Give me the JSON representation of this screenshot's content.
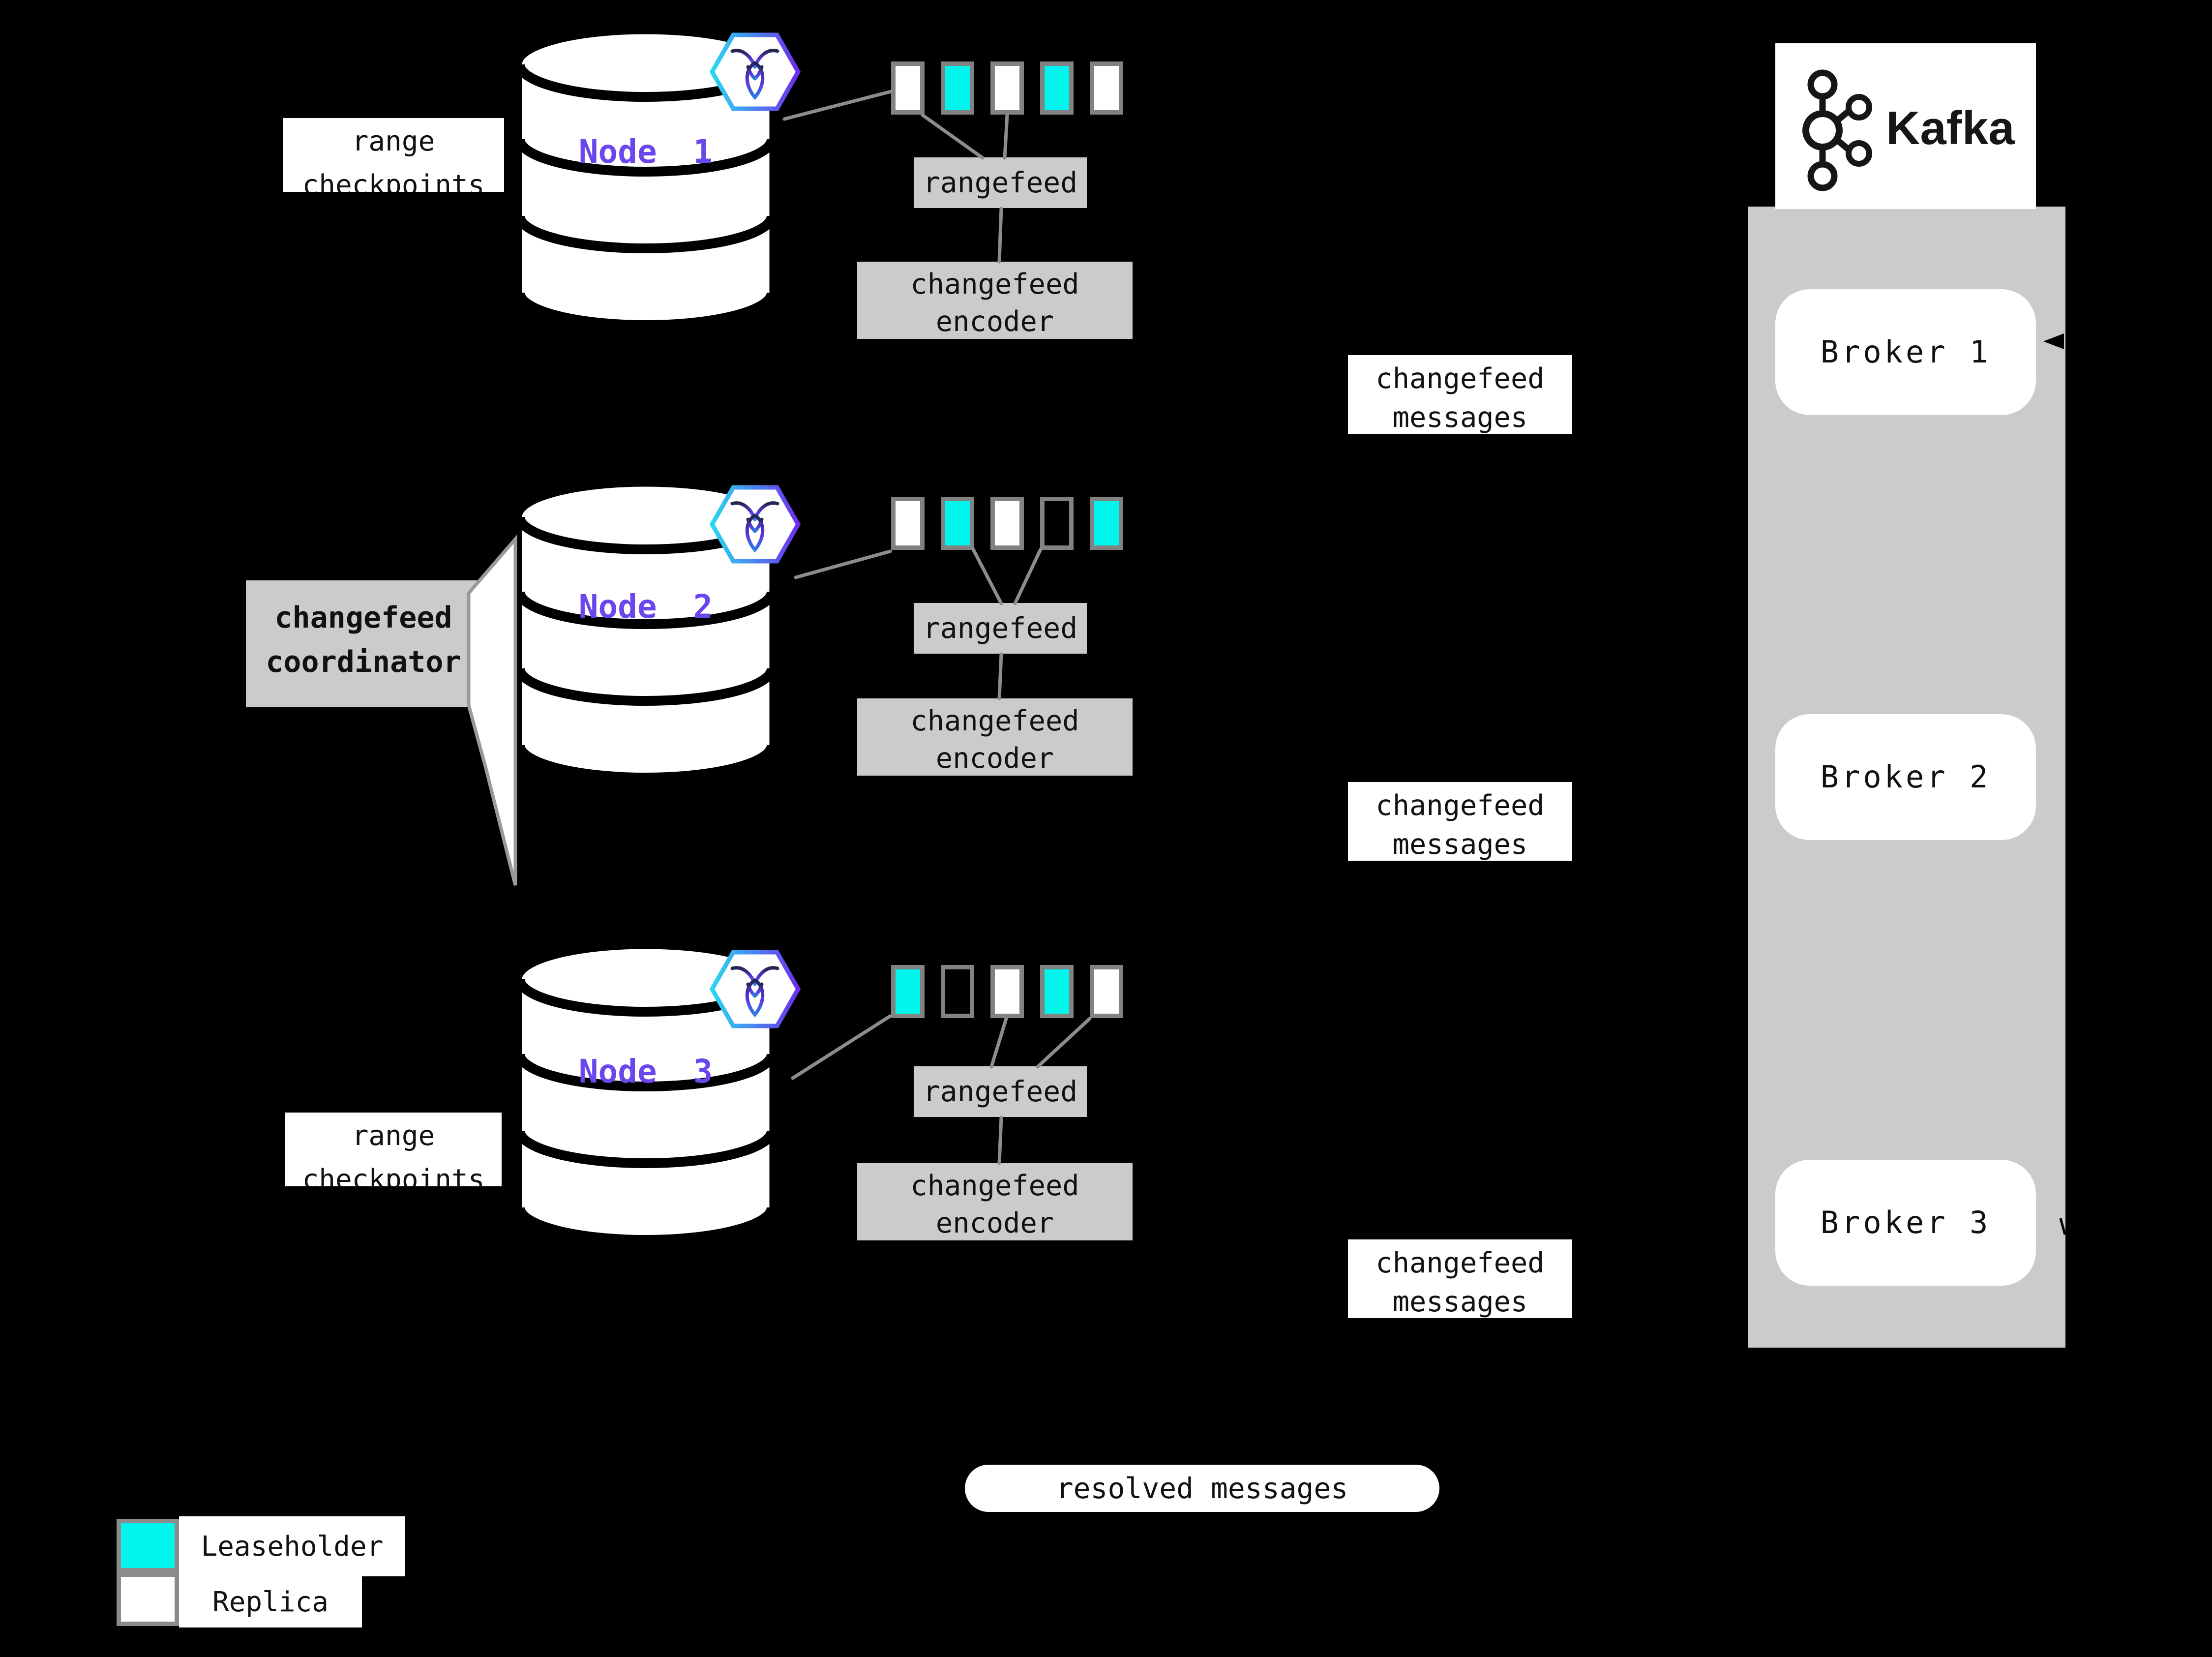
{
  "nodes": [
    {
      "name": "Node 1",
      "ranges": [
        "replica",
        "leaseholder",
        "replica",
        "leaseholder",
        "replica"
      ]
    },
    {
      "name": "Node 2",
      "ranges": [
        "replica",
        "leaseholder",
        "replica",
        "empty",
        "leaseholder"
      ]
    },
    {
      "name": "Node 3",
      "ranges": [
        "leaseholder",
        "empty",
        "replica",
        "leaseholder",
        "replica"
      ]
    }
  ],
  "labels": {
    "rangefeed": "rangefeed",
    "encoder_line1": "changefeed",
    "encoder_line2": "encoder",
    "messages_line1": "changefeed",
    "messages_line2": "messages",
    "coordinator_line1": "changefeed",
    "coordinator_line2": "coordinator",
    "checkpoints_line1": "range",
    "checkpoints_line2": "checkpoints",
    "resolved": "resolved messages"
  },
  "kafka": {
    "title": "Kafka",
    "brokers": [
      "Broker 1",
      "Broker 2",
      "Broker 3"
    ]
  },
  "legend": {
    "leaseholder": "Leaseholder",
    "replica": "Replica"
  },
  "colors": {
    "background": "#000000",
    "leaseholder_fill": "#00f6ec",
    "replica_fill": "#ffffff",
    "empty_fill": "transparent",
    "range_border": "#828282",
    "box_gray": "#cbcbcb",
    "line_gray": "#8c8c8c",
    "node_purple": "#6b46ec",
    "hex_gradient_start": "#29d8f0",
    "hex_gradient_end": "#6d2ef0"
  }
}
